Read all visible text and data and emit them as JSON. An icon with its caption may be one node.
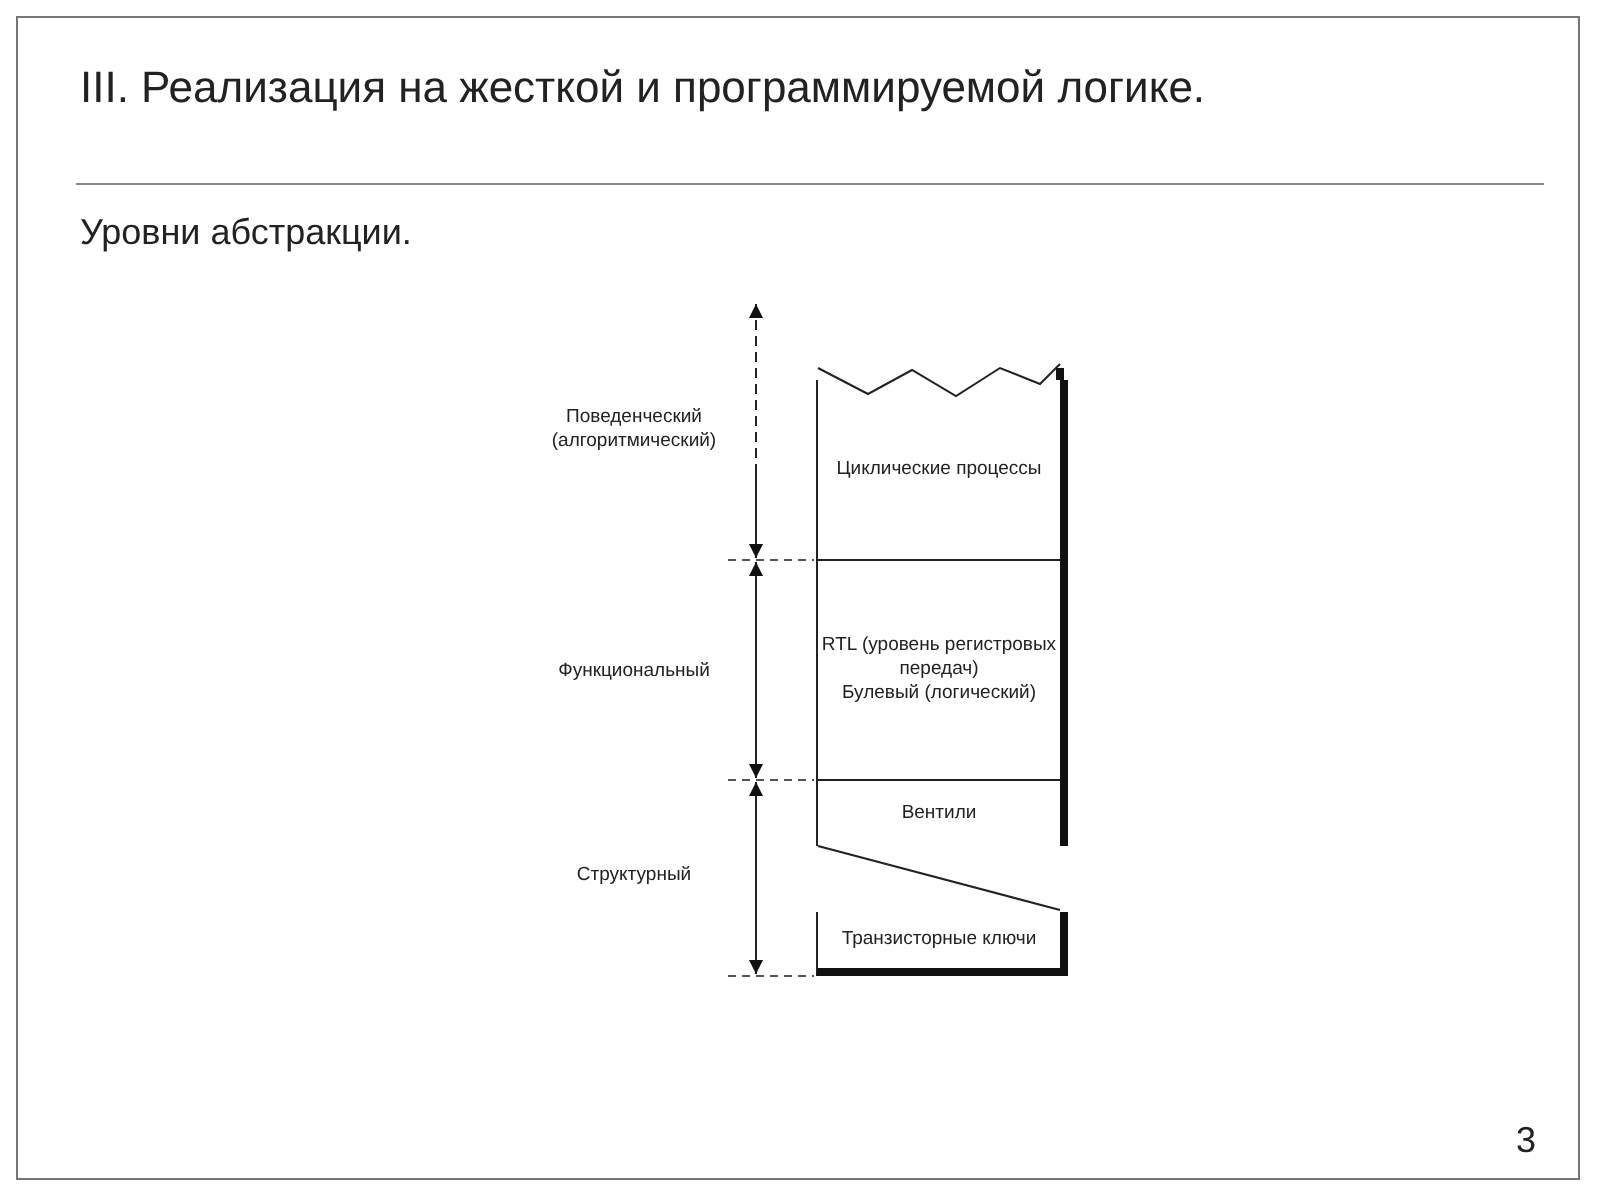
{
  "diagram": {
    "title": "III. Реализация на жесткой и программируемой логике.",
    "nodes": [
      {
        "text": [
          "Циклические процессы"
        ]
      },
      {
        "text": [
          "RTL (уровень регистровых передач)",
          "Булевый (логический)"
        ]
      },
      {
        "text": [
          "Вентили"
        ]
      },
      {
        "text": [
          "Транзисторные ключи"
        ]
      }
    ],
    "labels": [
      "Уровни абстракции.",
      "Поведенческий (алгоритмический)",
      "Функциональный",
      "Структурный",
      "3"
    ]
  }
}
